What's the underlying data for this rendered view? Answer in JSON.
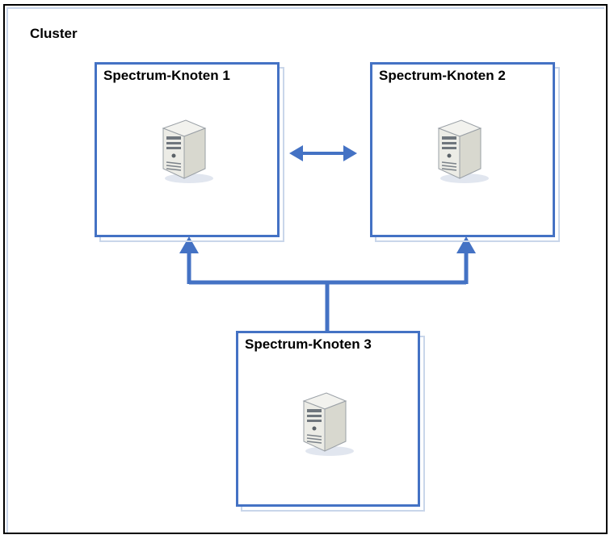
{
  "cluster": {
    "label": "Cluster"
  },
  "nodes": [
    {
      "label": "Spectrum-Knoten 1",
      "icon": "server-icon"
    },
    {
      "label": "Spectrum-Knoten 2",
      "icon": "server-icon"
    },
    {
      "label": "Spectrum-Knoten 3",
      "icon": "server-icon"
    }
  ],
  "colors": {
    "node_border": "#4472c4",
    "node_shadow": "#c9d6ea",
    "connector": "#4472c4",
    "frame": "#000000"
  }
}
